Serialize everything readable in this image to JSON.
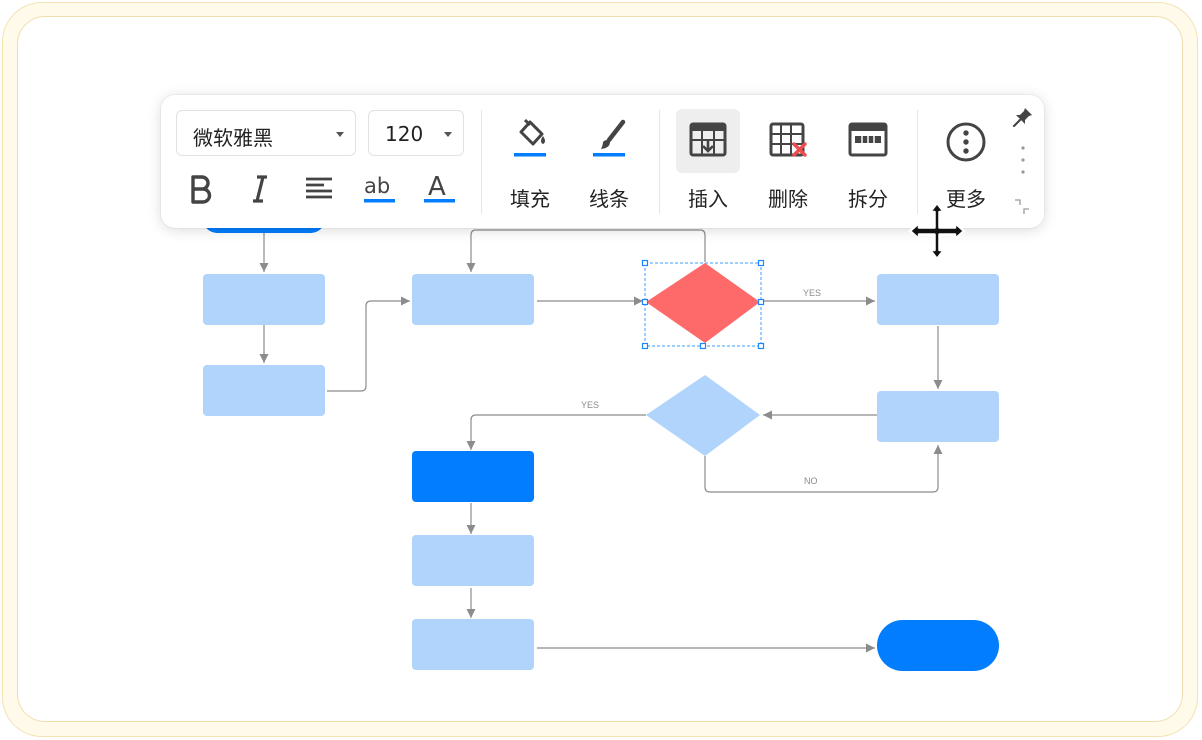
{
  "toolbar": {
    "font_family": "微软雅黑",
    "font_size": "120",
    "format_buttons": [
      "bold",
      "italic",
      "align-left",
      "underline",
      "font-color"
    ],
    "fill_label": "填充",
    "line_label": "线条",
    "insert_label": "插入",
    "delete_label": "删除",
    "split_label": "拆分",
    "more_label": "更多",
    "underline_text": "ab",
    "font_color_letter": "A"
  },
  "flowchart": {
    "edge_labels": {
      "yes_top": "YES",
      "yes_left": "YES",
      "no_bottom": "NO"
    }
  },
  "icons": {
    "bold": "bold-icon",
    "italic": "italic-icon",
    "align": "align-left-icon",
    "underline": "underline-icon",
    "font_color": "font-color-icon",
    "fill": "paint-bucket-icon",
    "line": "brush-icon",
    "insert": "insert-row-icon",
    "delete": "delete-table-icon",
    "split": "split-cells-icon",
    "more": "more-icon",
    "pin": "pin-icon",
    "drag": "vertical-dots-icon",
    "resize": "resize-corner-icon",
    "move": "move-cursor-icon"
  },
  "colors": {
    "accent": "#027dfd",
    "node_light": "#b0d4fc",
    "node_dark": "#027dfd",
    "selected_diamond": "#fe6a6a",
    "connector": "#8c8c8c",
    "frame": "#fffaea",
    "delete_x": "#f14c4c"
  }
}
